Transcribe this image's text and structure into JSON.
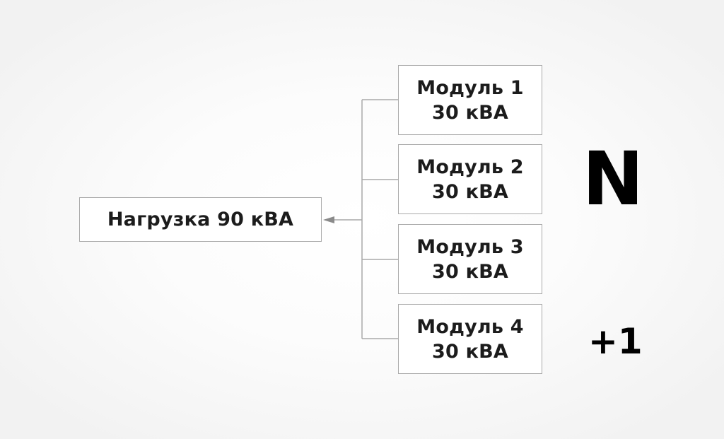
{
  "load": {
    "label": "Нагрузка 90 кВА"
  },
  "modules": [
    {
      "name": "Модуль 1",
      "power": "30 кВА"
    },
    {
      "name": "Модуль 2",
      "power": "30 кВА"
    },
    {
      "name": "Модуль 3",
      "power": "30 кВА"
    },
    {
      "name": "Модуль 4",
      "power": "30 кВА"
    }
  ],
  "redundancy": {
    "base": "N",
    "extra": "+1"
  },
  "colors": {
    "box_border": "#a9a9a9",
    "connector": "#a9a9a9",
    "arrow": "#8a8a8a",
    "text": "#1c1c1c",
    "emphasis": "#000000"
  }
}
